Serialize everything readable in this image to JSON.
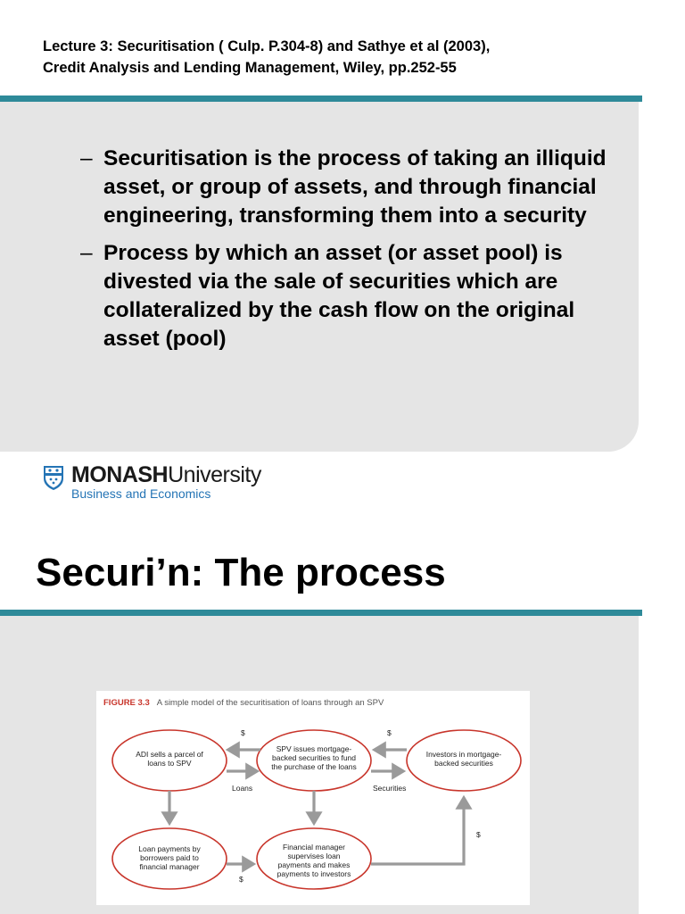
{
  "slide1": {
    "header_line1": "Lecture 3: Securitisation ( Culp. P.304-8) and Sathye et al (2003),",
    "header_line2": "Credit Analysis and Lending Management, Wiley, pp.252-55",
    "bullets": [
      {
        "dash": "–",
        "text": "Securitisation is the process of taking an illiquid asset, or group of assets, and through financial engineering, transforming them into a security"
      },
      {
        "dash": "–",
        "text": "Process by which an asset (or asset pool) is divested via the sale of securities which are collateralized by the cash flow on the original asset (pool)"
      }
    ],
    "logo": {
      "name_bold": "MONASH",
      "name_regular": "University",
      "subtitle": "Business and Economics",
      "icon": "monash-crest-icon"
    }
  },
  "slide2": {
    "title": "Securi’n: The process",
    "figure": {
      "label": "FIGURE 3.3",
      "caption": "A simple model of the securitisation of loans through an SPV",
      "nodes": {
        "adi": "ADI sells a parcel of loans to SPV",
        "spv": "SPV issues mortgage-backed securities to fund the purchase of the loans",
        "investors": "Investors in mortgage-backed securities",
        "borrowers": "Loan payments by borrowers paid to financial manager",
        "manager": "Financial manager supervises loan payments and makes payments to investors"
      },
      "edges": {
        "dollar_top_left": "$",
        "dollar_top_right": "$",
        "loans": "Loans",
        "securities": "Securities",
        "dollar_bottom": "$",
        "dollar_right": "$"
      },
      "colors": {
        "ellipse": "#c8352b",
        "arrow": "#9a9a9a",
        "label": "#c8352b"
      }
    }
  },
  "colors": {
    "teal": "#2e8a99",
    "panel": "#e5e5e5",
    "logo_blue": "#2474b5"
  }
}
